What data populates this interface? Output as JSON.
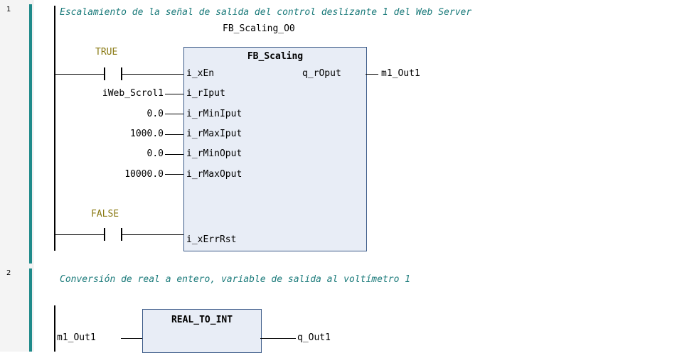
{
  "rungs": [
    {
      "number": "1",
      "comment": "Escalamiento de la señal de salida del control deslizante 1 del Web Server",
      "instance_name": "FB_Scaling_O0",
      "block_type": "FB_Scaling",
      "contact_en_var": "TRUE",
      "contact_rst_var": "FALSE",
      "inputs": [
        {
          "pin": "i_xEn",
          "value": ""
        },
        {
          "pin": "i_rIput",
          "value": "iWeb_Scrol1"
        },
        {
          "pin": "i_rMinIput",
          "value": "0.0"
        },
        {
          "pin": "i_rMaxIput",
          "value": "1000.0"
        },
        {
          "pin": "i_rMinOput",
          "value": "0.0"
        },
        {
          "pin": "i_rMaxOput",
          "value": "10000.0"
        },
        {
          "pin": "i_xErrRst",
          "value": ""
        }
      ],
      "output_pin": "q_rOput",
      "output_var": "m1_Out1"
    },
    {
      "number": "2",
      "comment": "Conversión de real a entero, variable de salida al voltímetro 1",
      "block_type": "REAL_TO_INT",
      "input_var": "m1_Out1",
      "output_var": "q_Out1"
    }
  ]
}
